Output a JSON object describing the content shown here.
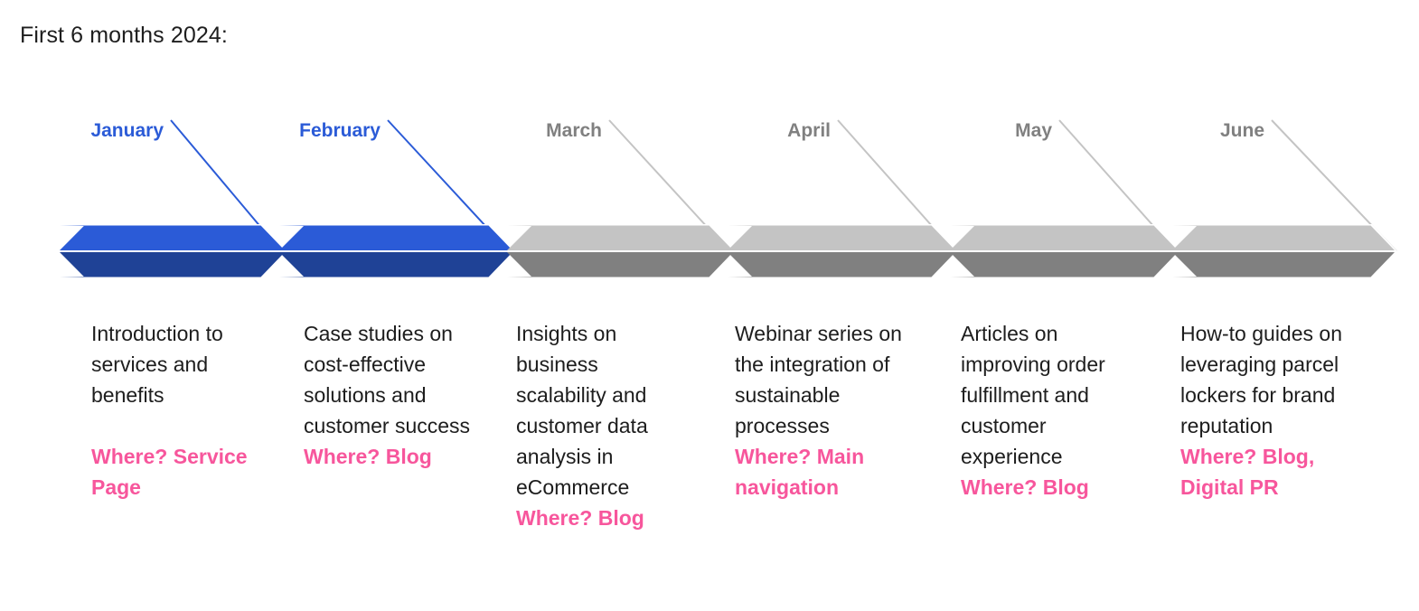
{
  "title": "First 6 months 2024:",
  "colors": {
    "month_active": "#2b5bd7",
    "month_inactive": "#808080",
    "chevron_blue_top": "#2b5bd7",
    "chevron_blue_bottom": "#1f4296",
    "chevron_gray_top": "#c4c4c4",
    "chevron_gray_bottom": "#808080",
    "where_pink": "#f7569c",
    "body_text": "#1d1d1d",
    "background": "#ffffff"
  },
  "chart_data": {
    "type": "timeline",
    "title": "First 6 months 2024:",
    "categories": [
      "January",
      "February",
      "March",
      "April",
      "May",
      "June"
    ],
    "states": [
      "active",
      "active",
      "inactive",
      "inactive",
      "inactive",
      "inactive"
    ],
    "legend": [],
    "xlabel": "",
    "ylabel": "",
    "notes": "Six-segment chevron timeline; first two months highlighted in blue, remaining four in gray."
  },
  "timeline": {
    "segments": [
      {
        "month": "January",
        "state": "active",
        "body": "Introduction to services and benefits",
        "where": "Where? Service Page",
        "where_spaced": true
      },
      {
        "month": "February",
        "state": "active",
        "body": "Case studies on cost-effective solutions and customer success",
        "where": "Where? Blog",
        "where_spaced": false
      },
      {
        "month": "March",
        "state": "inactive",
        "body": "Insights on business scalability and customer data analysis in eCommerce",
        "where": "Where? Blog",
        "where_spaced": false
      },
      {
        "month": "April",
        "state": "inactive",
        "body": "Webinar series on the integration of sustainable processes",
        "where": "Where? Main navigation",
        "where_spaced": false
      },
      {
        "month": "May",
        "state": "inactive",
        "body": "Articles on improving order fulfillment and customer experience",
        "where": "Where? Blog",
        "where_spaced": false
      },
      {
        "month": "June",
        "state": "inactive",
        "body": "How-to guides on leveraging parcel lockers for brand reputation",
        "where": "Where? Blog, Digital PR",
        "where_spaced": false
      }
    ]
  }
}
